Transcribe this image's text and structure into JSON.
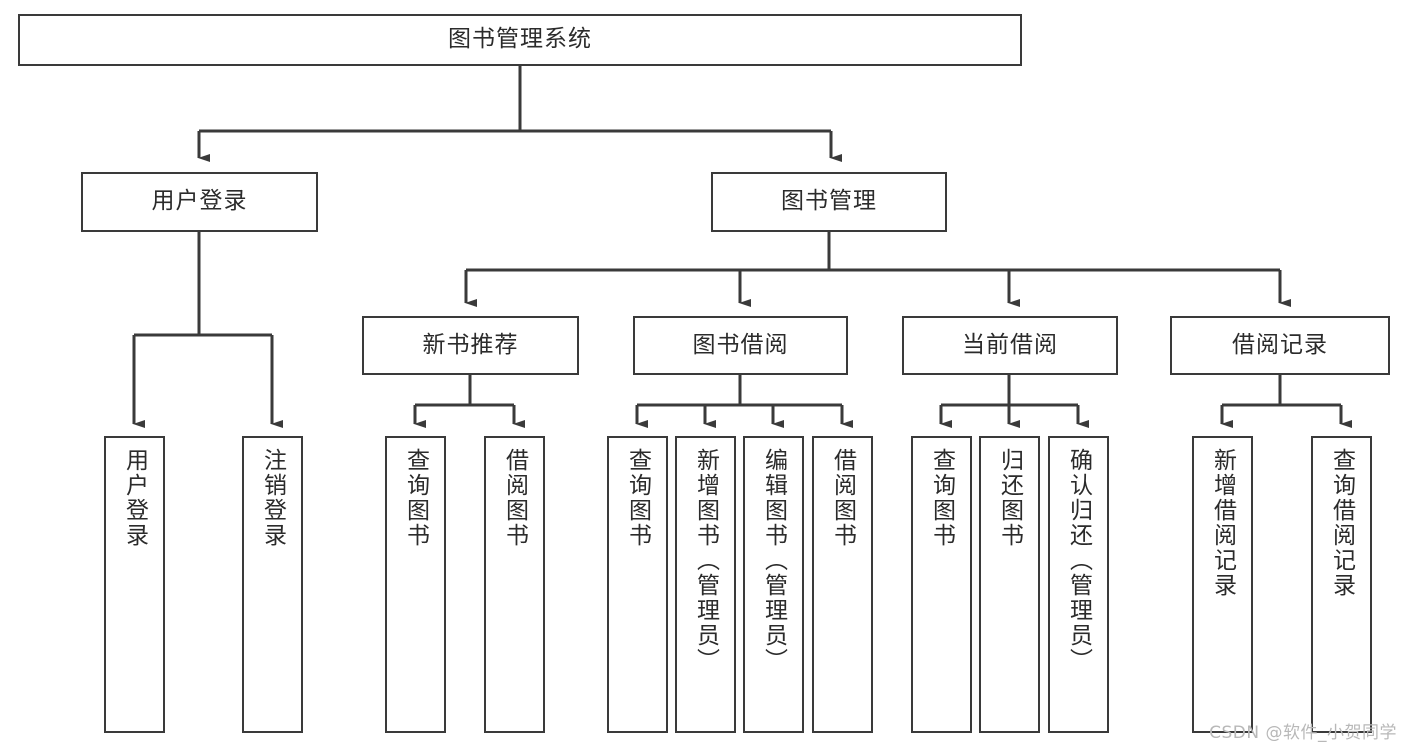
{
  "diagram": {
    "title": "图书管理系统",
    "watermark": "CSDN @软件_小贺同学",
    "line_color": "#3a3a3a",
    "box_fill": "#ffffff",
    "text_color": "#2b2b2b",
    "nodes": {
      "root": "图书管理系统",
      "user_login": "用户登录",
      "book_manage": "图书管理",
      "new_book_rec": "新书推荐",
      "book_borrow": "图书借阅",
      "current_borrow": "当前借阅",
      "borrow_record": "借阅记录",
      "leaf_user_login": "用户登录",
      "leaf_user_logout": "注销登录",
      "leaf_query_book_1": "查询图书",
      "leaf_borrow_book_1": "借阅图书",
      "leaf_query_book_2": "查询图书",
      "leaf_add_book": "新增图书（管理员）",
      "leaf_edit_book": "编辑图书（管理员）",
      "leaf_borrow_book_2": "借阅图书",
      "leaf_query_book_3": "查询图书",
      "leaf_return_book": "归还图书",
      "leaf_confirm_return": "确认归还（管理员）",
      "leaf_add_record": "新增借阅记录",
      "leaf_query_record": "查询借阅记录"
    }
  }
}
